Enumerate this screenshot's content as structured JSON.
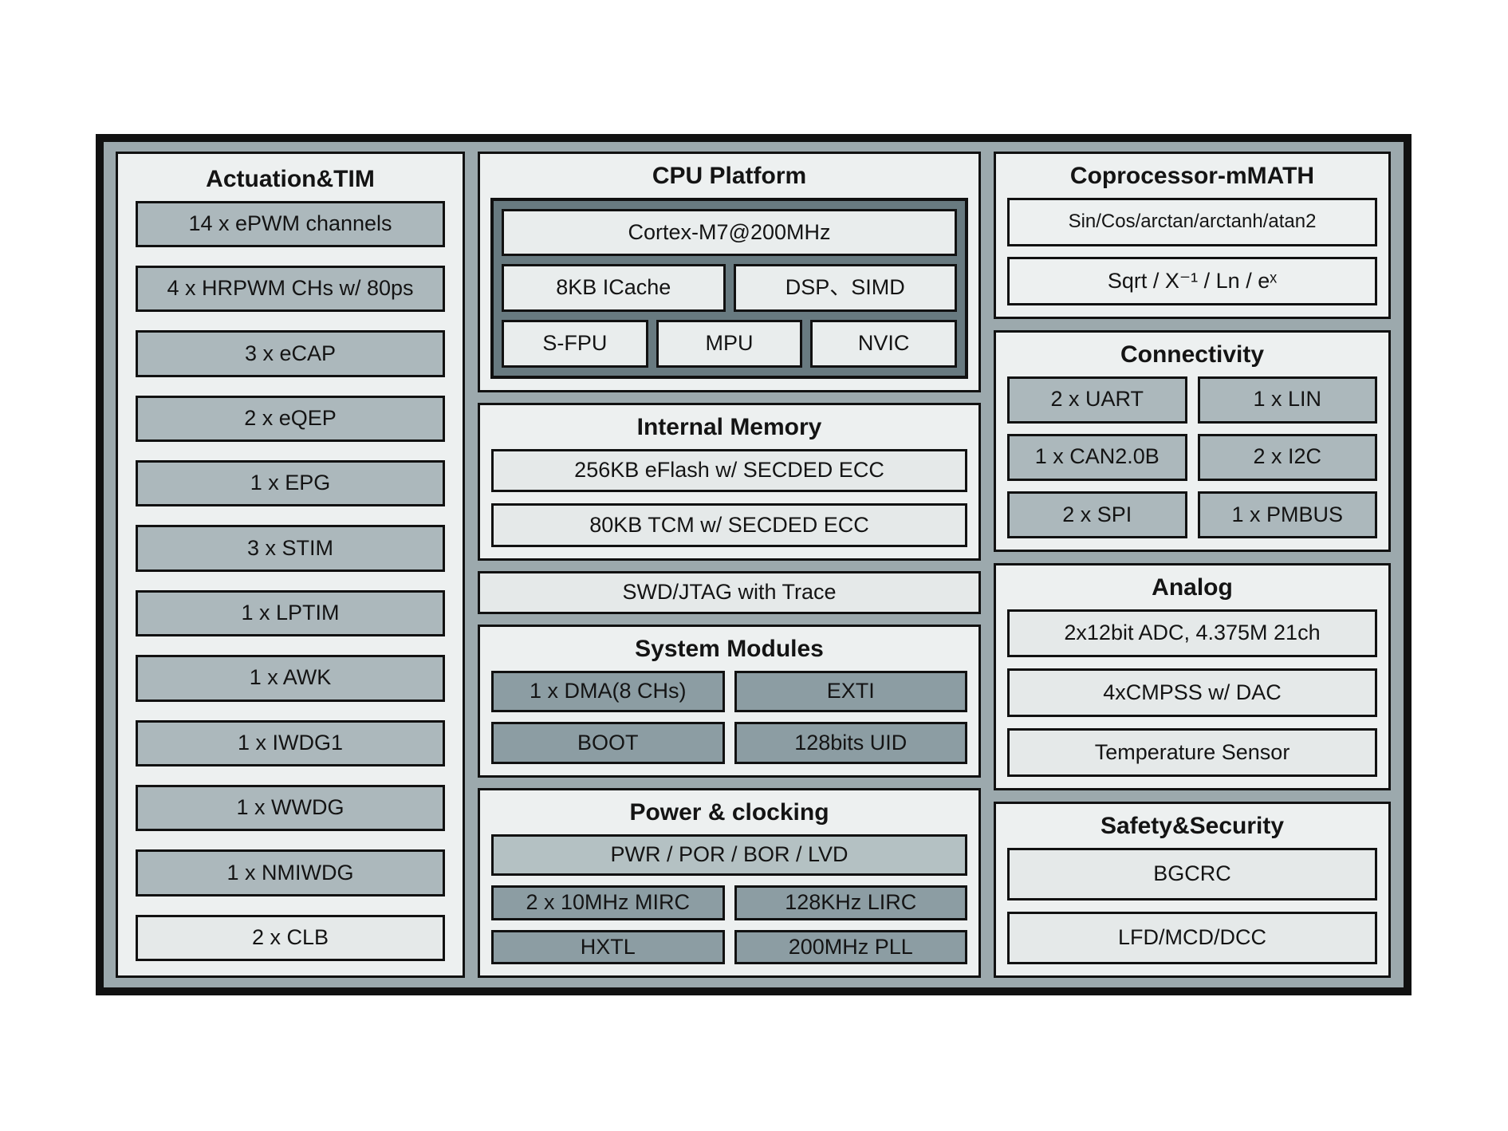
{
  "left": {
    "title": "Actuation&TIM",
    "items": [
      "14 x ePWM channels",
      "4 x HRPWM CHs w/ 80ps",
      "3 x eCAP",
      "2 x eQEP",
      "1 x EPG",
      "3 x STIM",
      "1 x LPTIM",
      "1 x AWK",
      "1 x IWDG1",
      "1 x WWDG",
      "1 x NMIWDG",
      "2 x CLB"
    ]
  },
  "cpu": {
    "title": "CPU Platform",
    "core": "Cortex-M7@200MHz",
    "cache": "8KB ICache",
    "dsp": "DSP、SIMD",
    "fpu": "S-FPU",
    "mpu": "MPU",
    "nvic": "NVIC"
  },
  "memory": {
    "title": "Internal Memory",
    "flash": "256KB eFlash w/ SECDED ECC",
    "tcm": "80KB TCM w/ SECDED ECC"
  },
  "debug": {
    "label": "SWD/JTAG with Trace"
  },
  "system": {
    "title": "System Modules",
    "dma": "1 x DMA(8 CHs)",
    "exti": "EXTI",
    "boot": "BOOT",
    "uid": "128bits UID"
  },
  "power": {
    "title": "Power & clocking",
    "pwr": "PWR / POR / BOR / LVD",
    "mirc": "2 x 10MHz MIRC",
    "lirc": "128KHz LIRC",
    "hxtl": "HXTL",
    "pll": "200MHz PLL"
  },
  "coproc": {
    "title": "Coprocessor-mMATH",
    "trig": "Sin/Cos/arctan/arctanh/atan2",
    "sqrt": "Sqrt / X⁻¹ / Ln / eˣ"
  },
  "conn": {
    "title": "Connectivity",
    "items": [
      "2 x UART",
      "1 x LIN",
      "1 x CAN2.0B",
      "2 x I2C",
      "2 x SPI",
      "1 x PMBUS"
    ]
  },
  "analog": {
    "title": "Analog",
    "items": [
      "2x12bit ADC, 4.375M 21ch",
      "4xCMPSS w/ DAC",
      "Temperature Sensor"
    ]
  },
  "safety": {
    "title": "Safety&Security",
    "items": [
      "BGCRC",
      "LFD/MCD/DCC"
    ]
  },
  "colors": {
    "band": "#9CA9AD",
    "panel": "#EDF0F0",
    "light_box": "#E5E9E9",
    "mid_box": "#ACB8BC",
    "dark_box": "#8C9DA3",
    "pwr_bar": "#B4C1C3",
    "cpu_container": "#687A80",
    "border": "#111111"
  }
}
